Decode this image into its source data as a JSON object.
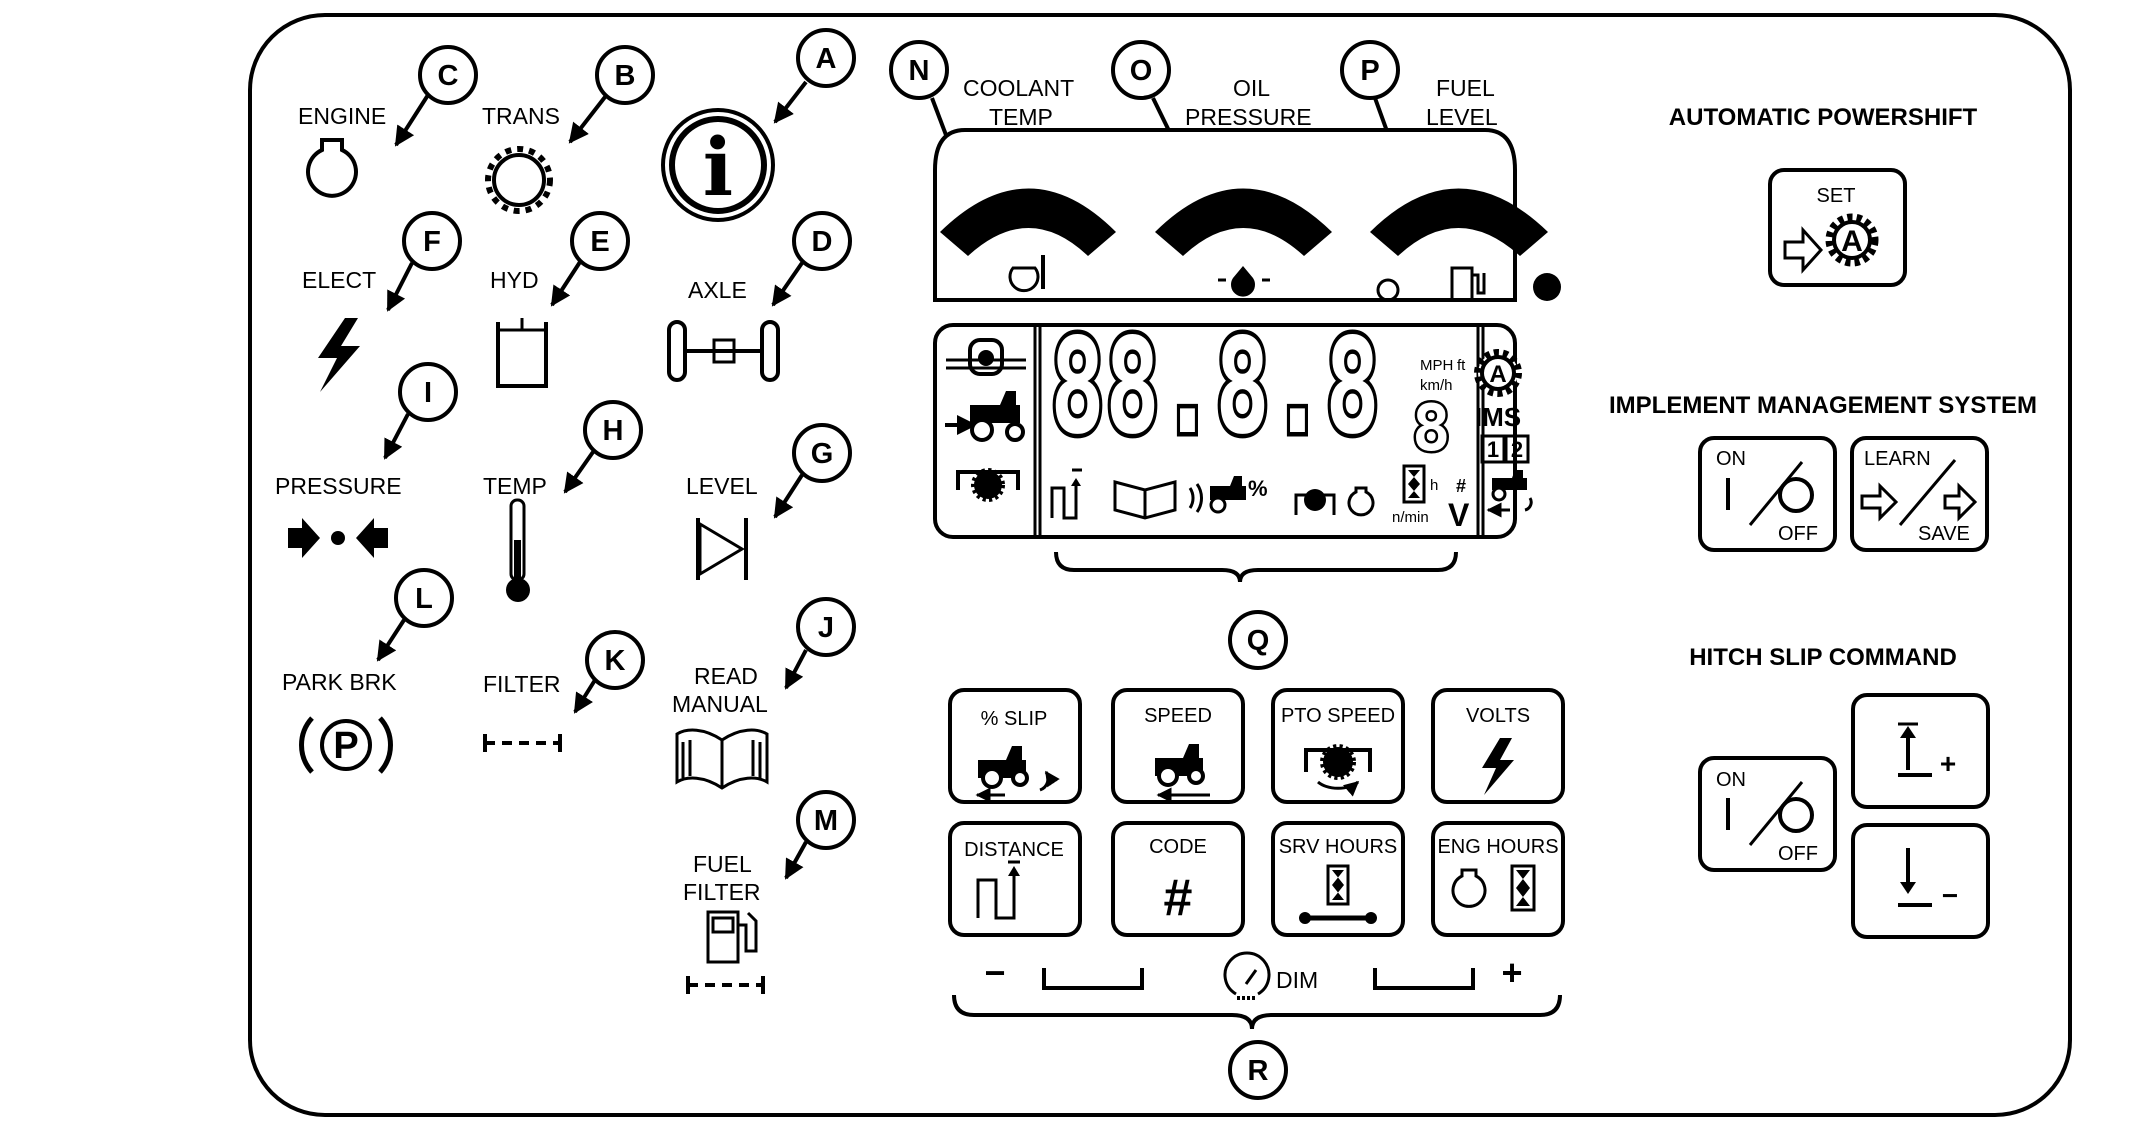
{
  "indicators": {
    "engine": "ENGINE",
    "trans": "TRANS",
    "elect": "ELECT",
    "hyd": "HYD",
    "axle": "AXLE",
    "pressure": "PRESSURE",
    "temp": "TEMP",
    "level": "LEVEL",
    "park_brk": "PARK BRK",
    "filter": "FILTER",
    "read_manual_1": "READ",
    "read_manual_2": "MANUAL",
    "fuel_filter_1": "FUEL",
    "fuel_filter_2": "FILTER"
  },
  "callouts": {
    "A": "A",
    "B": "B",
    "C": "C",
    "D": "D",
    "E": "E",
    "F": "F",
    "G": "G",
    "H": "H",
    "I": "I",
    "J": "J",
    "K": "K",
    "L": "L",
    "M": "M",
    "N": "N",
    "O": "O",
    "P": "P",
    "Q": "Q",
    "R": "R"
  },
  "gauges": {
    "coolant_1": "COOLANT",
    "coolant_2": "TEMP",
    "oil_1": "OIL",
    "oil_2": "PRESSURE",
    "fuel_1": "FUEL",
    "fuel_2": "LEVEL"
  },
  "display": {
    "digits": "88.8.8",
    "small_digit": "8",
    "unit_mph": "MPH",
    "unit_ft": "ft",
    "unit_kmh": "km/h",
    "unit_h": "h",
    "unit_nmin": "n/min",
    "hash": "#",
    "volt": "V",
    "ims": "IMS",
    "gear_a": "A",
    "num1": "1",
    "num2": "2",
    "info": "i"
  },
  "buttons": {
    "slip": "% SLIP",
    "speed": "SPEED",
    "pto_speed": "PTO SPEED",
    "volts": "VOLTS",
    "distance": "DISTANCE",
    "code": "CODE",
    "code_symbol": "#",
    "srv_hours": "SRV HOURS",
    "eng_hours": "ENG HOURS",
    "minus": "−",
    "plus": "+",
    "dim": "DIM"
  },
  "sections": {
    "powershift_title": "AUTOMATIC POWERSHIFT",
    "powershift_set": "SET",
    "powershift_a": "A",
    "ims_title": "IMPLEMENT MANAGEMENT SYSTEM",
    "ims_on": "ON",
    "ims_off": "OFF",
    "ims_learn": "LEARN",
    "ims_save": "SAVE",
    "hitch_title": "HITCH SLIP COMMAND",
    "hitch_on": "ON",
    "hitch_off": "OFF",
    "hitch_plus": "+",
    "hitch_minus": "−"
  }
}
